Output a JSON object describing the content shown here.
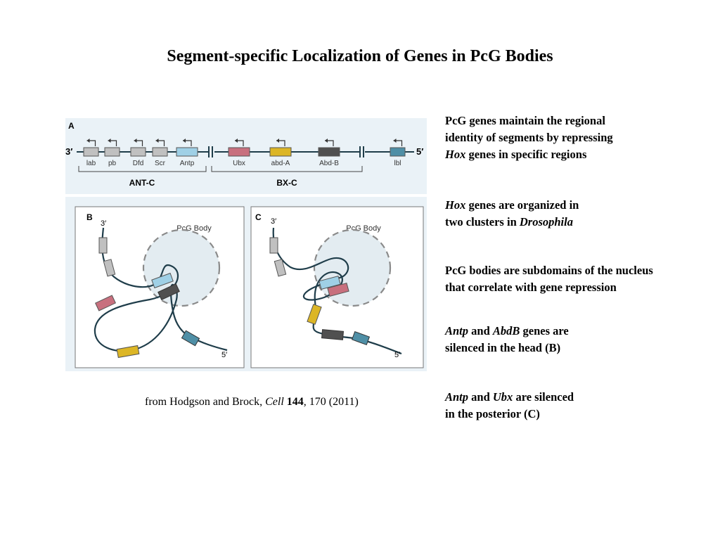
{
  "title": "Segment-specific Localization of Genes in PcG Bodies",
  "figure": {
    "panel_a": {
      "label": "A",
      "end_3": "3′",
      "end_5": "5′",
      "genes": [
        {
          "name": "lab",
          "color": "#c0c0c0"
        },
        {
          "name": "pb",
          "color": "#c0c0c0"
        },
        {
          "name": "Dfd",
          "color": "#c0c0c0"
        },
        {
          "name": "Scr",
          "color": "#c0c0c0"
        },
        {
          "name": "Antp",
          "color": "#9fd0e6"
        },
        {
          "name": "Ubx",
          "color": "#c8707e"
        },
        {
          "name": "abd-A",
          "color": "#dcb626"
        },
        {
          "name": "Abd-B",
          "color": "#505050"
        },
        {
          "name": "lbl",
          "color": "#4f8fa6"
        }
      ],
      "clusters": [
        "ANT-C",
        "BX-C"
      ]
    },
    "panel_b": {
      "label": "B",
      "end_3": "3′",
      "end_5": "5′",
      "body_label": "PcG Body"
    },
    "panel_c": {
      "label": "C",
      "end_3": "3′",
      "end_5": "5′",
      "body_label": "PcG Body"
    }
  },
  "citation": {
    "prefix": "from Hodgson and Brock, ",
    "journal": "Cell",
    "volume": "144",
    "rest": ", 170 (2011)"
  },
  "notes": [
    {
      "line1": "PcG genes maintain the regional",
      "line2": "identity of segments by repressing",
      "line3_em": "Hox",
      "line3_rest": " genes in specific regions"
    },
    {
      "line1_em": "Hox",
      "line1_rest": " genes are organized in",
      "line2_rest": "two clusters in ",
      "line2_em": "Drosophila"
    },
    {
      "line1": "PcG bodies are subdomains of the nucleus",
      "line2": "that correlate with gene repression"
    },
    {
      "line1_em1": "Antp",
      "line1_mid": " and ",
      "line1_em2": "AbdB",
      "line1_rest": " genes are",
      "line2": "silenced in the head (B)"
    },
    {
      "line1_em1": "Antp",
      "line1_mid": " and ",
      "line1_em2": "Ubx",
      "line1_rest": " are silenced",
      "line2": "in the posterior (C)"
    }
  ]
}
